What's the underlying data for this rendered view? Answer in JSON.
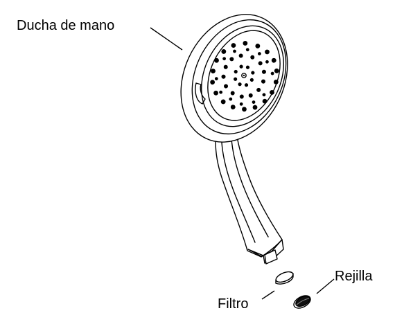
{
  "labels": {
    "hand_shower": "Ducha de mano",
    "filter": "Filtro",
    "screen": "Rejilla"
  },
  "colors": {
    "ink": "#000000",
    "background": "#ffffff"
  }
}
